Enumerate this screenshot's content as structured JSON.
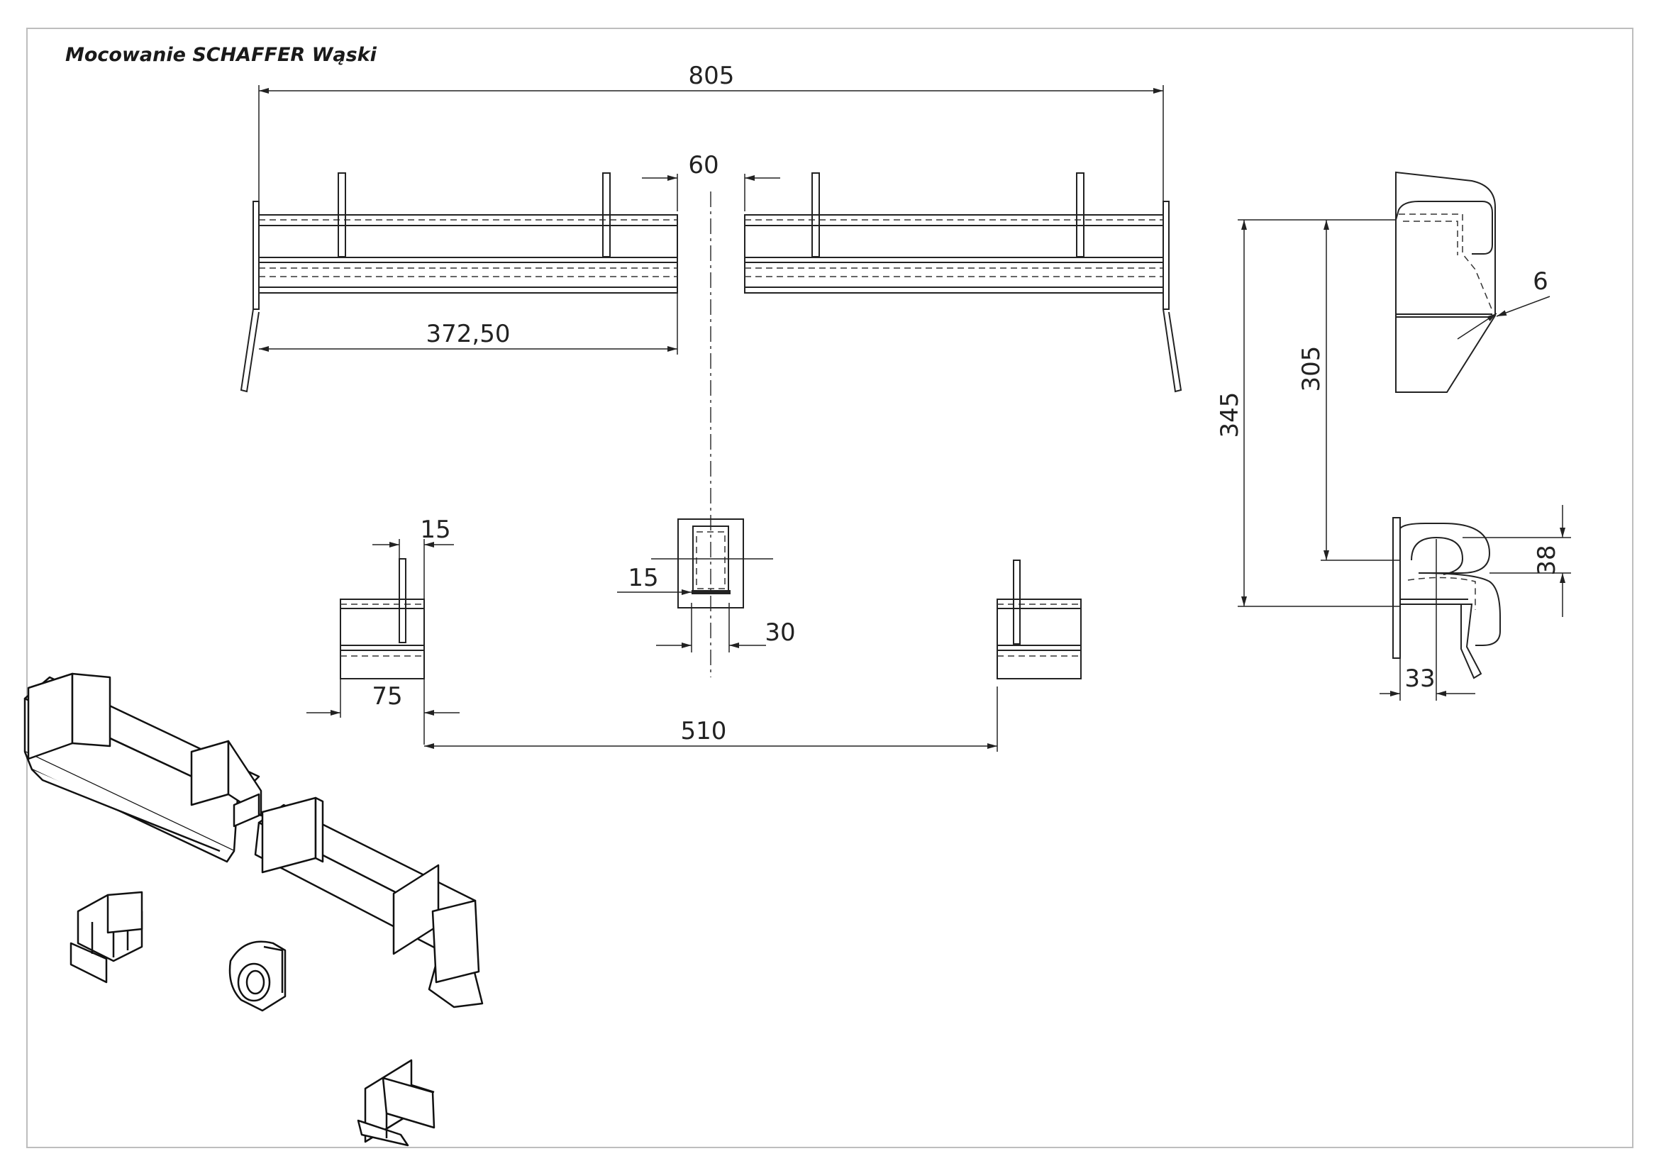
{
  "title": "Mocowanie SCHAFFER Wąski",
  "dimensions": {
    "overall_width": "805",
    "gap": "60",
    "half_length": "372,50",
    "bracket_plate": "15",
    "slot_width": "15",
    "slot_length": "30",
    "bracket_width": "75",
    "bracket_spacing": "510",
    "total_height": "345",
    "inner_height": "305",
    "plate_thickness": "6",
    "hook_height": "38",
    "hook_depth": "33"
  },
  "colors": {
    "line": "#222222",
    "frame": "#bdbdbd",
    "background": "#ffffff"
  }
}
